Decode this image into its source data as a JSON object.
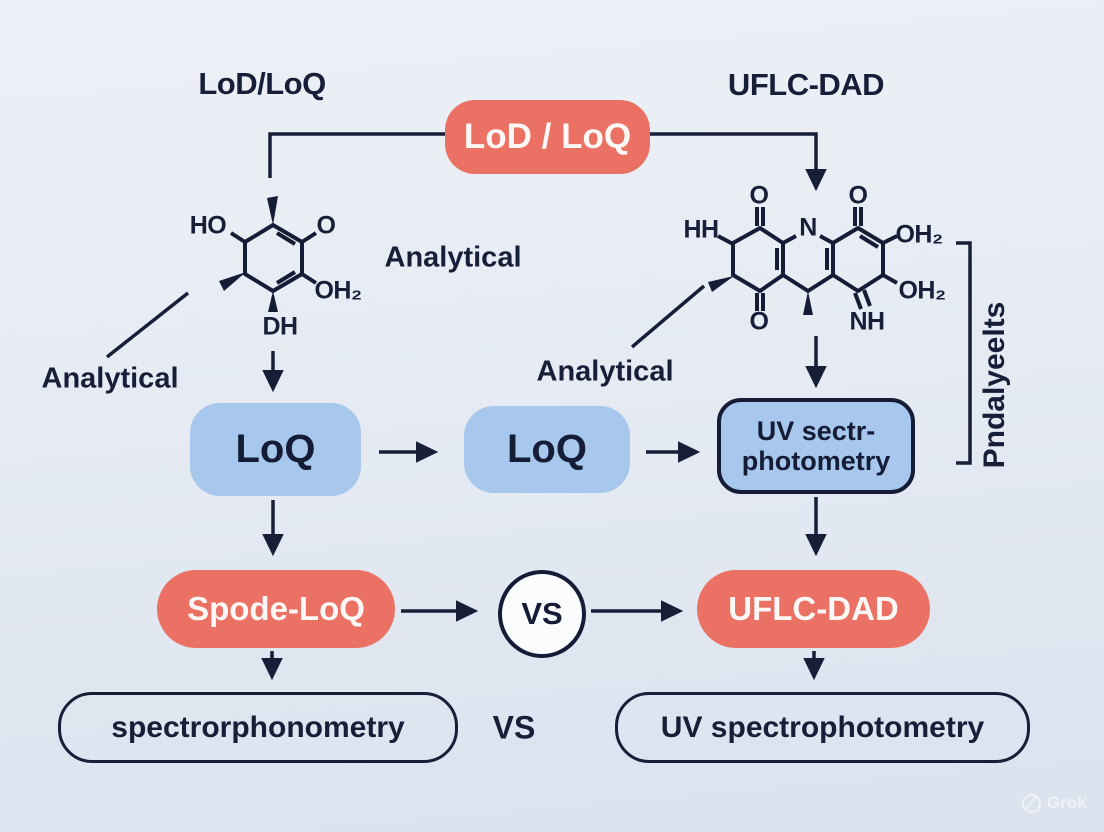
{
  "colors": {
    "accent_red": "#EA7164",
    "accent_blue": "#A7C7EC",
    "ink_navy": "#161E38",
    "circle_fill": "#FBFCFD",
    "background_top": "#EDF0F6",
    "background_bottom": "#DBE2EE"
  },
  "headings": {
    "left": "LoD/LoQ",
    "right": "UFLC-DAD"
  },
  "top_box": {
    "label": "LoD / LoQ"
  },
  "labels": {
    "analytical_right_of_molecule": "Analytical",
    "analytical_left": "Analytical",
    "analytical_center": "Analytical",
    "bracket_text": "Pndalyeelts",
    "vs_bottom": "VS"
  },
  "molecule_left": {
    "atoms": {
      "ho": "HO",
      "o_top": "O",
      "oh2": "OH₂",
      "dh": "DH"
    }
  },
  "molecule_right": {
    "atoms": {
      "hh": "HH",
      "o_top_left": "O",
      "n": "N",
      "o_top_right": "O",
      "oh2_upper": "OH₂",
      "oh2_lower": "OH₂",
      "o_bottom": "O",
      "nh": "NH"
    }
  },
  "flow": {
    "loq_left": "LoQ",
    "loq_center": "LoQ",
    "uv_box_line1": "UV sectr-",
    "uv_box_line2": "photometry",
    "spode_box": "Spode-LoQ",
    "vs_circle": "VS",
    "uflc_box": "UFLC-DAD",
    "bottom_left_box": "spectrorphonometry",
    "bottom_right_box": "UV spectrophotometry"
  },
  "watermark": {
    "label": "Grok"
  }
}
